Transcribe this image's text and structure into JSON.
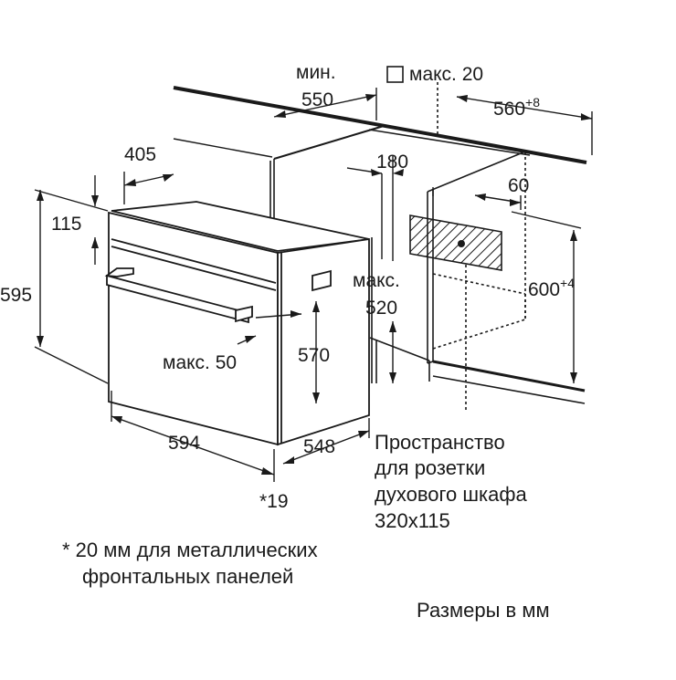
{
  "dimensions": {
    "min_label": "мин.",
    "min_value": "550",
    "max_20_label": "макс. 20",
    "d560_base": "560",
    "d560_sup": "+8",
    "d405": "405",
    "d115": "115",
    "d595": "595",
    "d180": "180",
    "d60": "60",
    "d600_base": "600",
    "d600_sup": "+4",
    "max520_label": "макс.",
    "max520_value": "520",
    "d570": "570",
    "max50": "макс. 50",
    "d594": "594",
    "d548": "548",
    "d19": "*19"
  },
  "notes": {
    "socket_line1": "Пространство",
    "socket_line2": "для розетки",
    "socket_line3": "духового шкафа",
    "socket_line4": "320x115",
    "footnote_line1": "* 20 мм для металлических",
    "footnote_line2": "фронтальных панелей",
    "units": "Размеры в мм"
  }
}
